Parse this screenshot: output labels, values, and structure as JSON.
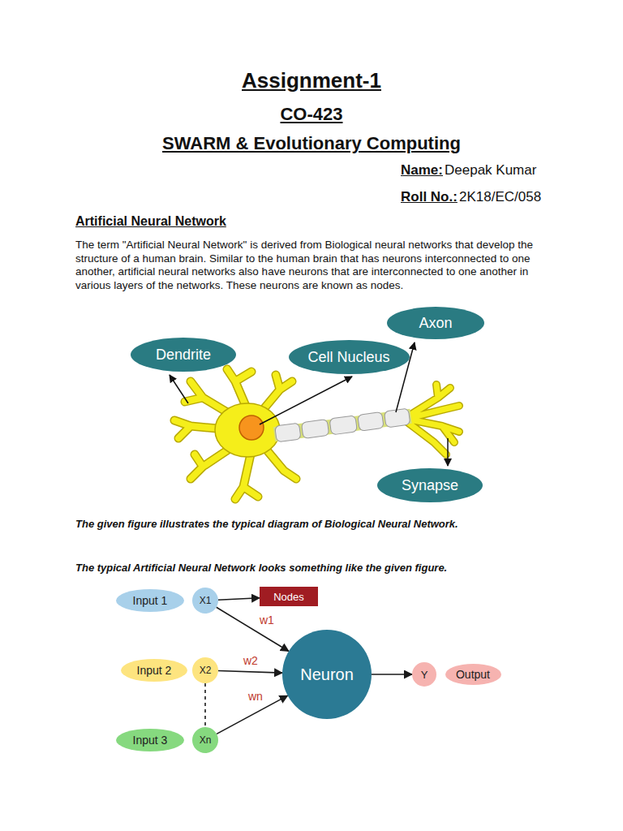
{
  "diagram": {
    "title": "Assignment-1",
    "caption": "The given figure illustrates the typical diagram of Biological Neural Network.",
    "nodes": [
      {
        "text": [
          "Dendrite"
        ]
      },
      {
        "text": [
          "Cell Nucleus"
        ]
      },
      {
        "text": [
          "Axon"
        ]
      },
      {
        "text": [
          "Synapse"
        ]
      },
      {
        "text": [
          "Input 1"
        ]
      },
      {
        "text": [
          "X1"
        ]
      },
      {
        "text": [
          "Nodes"
        ]
      },
      {
        "text": [
          "Input 2"
        ]
      },
      {
        "text": [
          "X2"
        ]
      },
      {
        "text": [
          "Neuron"
        ]
      },
      {
        "text": [
          "Y"
        ]
      },
      {
        "text": [
          "Output"
        ]
      },
      {
        "text": [
          "Input 3"
        ]
      },
      {
        "text": [
          "Xn"
        ]
      }
    ],
    "edges": [
      {
        "from": 5,
        "to": 6,
        "arrow": "to"
      },
      {
        "from": 5,
        "to": 9,
        "label": "w1",
        "arrow": "to"
      },
      {
        "from": 8,
        "to": 9,
        "label": "w2",
        "arrow": "to"
      },
      {
        "from": 13,
        "to": 9,
        "label": "wn",
        "arrow": "to"
      },
      {
        "from": 9,
        "to": 10,
        "arrow": "to"
      },
      {
        "from": 8,
        "to": 13,
        "arrow": "none"
      }
    ],
    "labels": [
      "CO-423",
      "SWARM & Evolutionary Computing",
      "Name:",
      "Deepak Kumar",
      "Roll No.:",
      "2K18/EC/058",
      "Artificial Neural Network",
      "The term \"Artificial Neural Network\" is derived from Biological neural networks that develop the structure of a human brain. Similar to the human brain that has neurons interconnected to one another, artificial neural networks also have neurons that are interconnected to one another in various layers of the networks. These neurons are known as nodes.",
      "The typical Artificial Neural Network looks something like the given figure."
    ]
  }
}
